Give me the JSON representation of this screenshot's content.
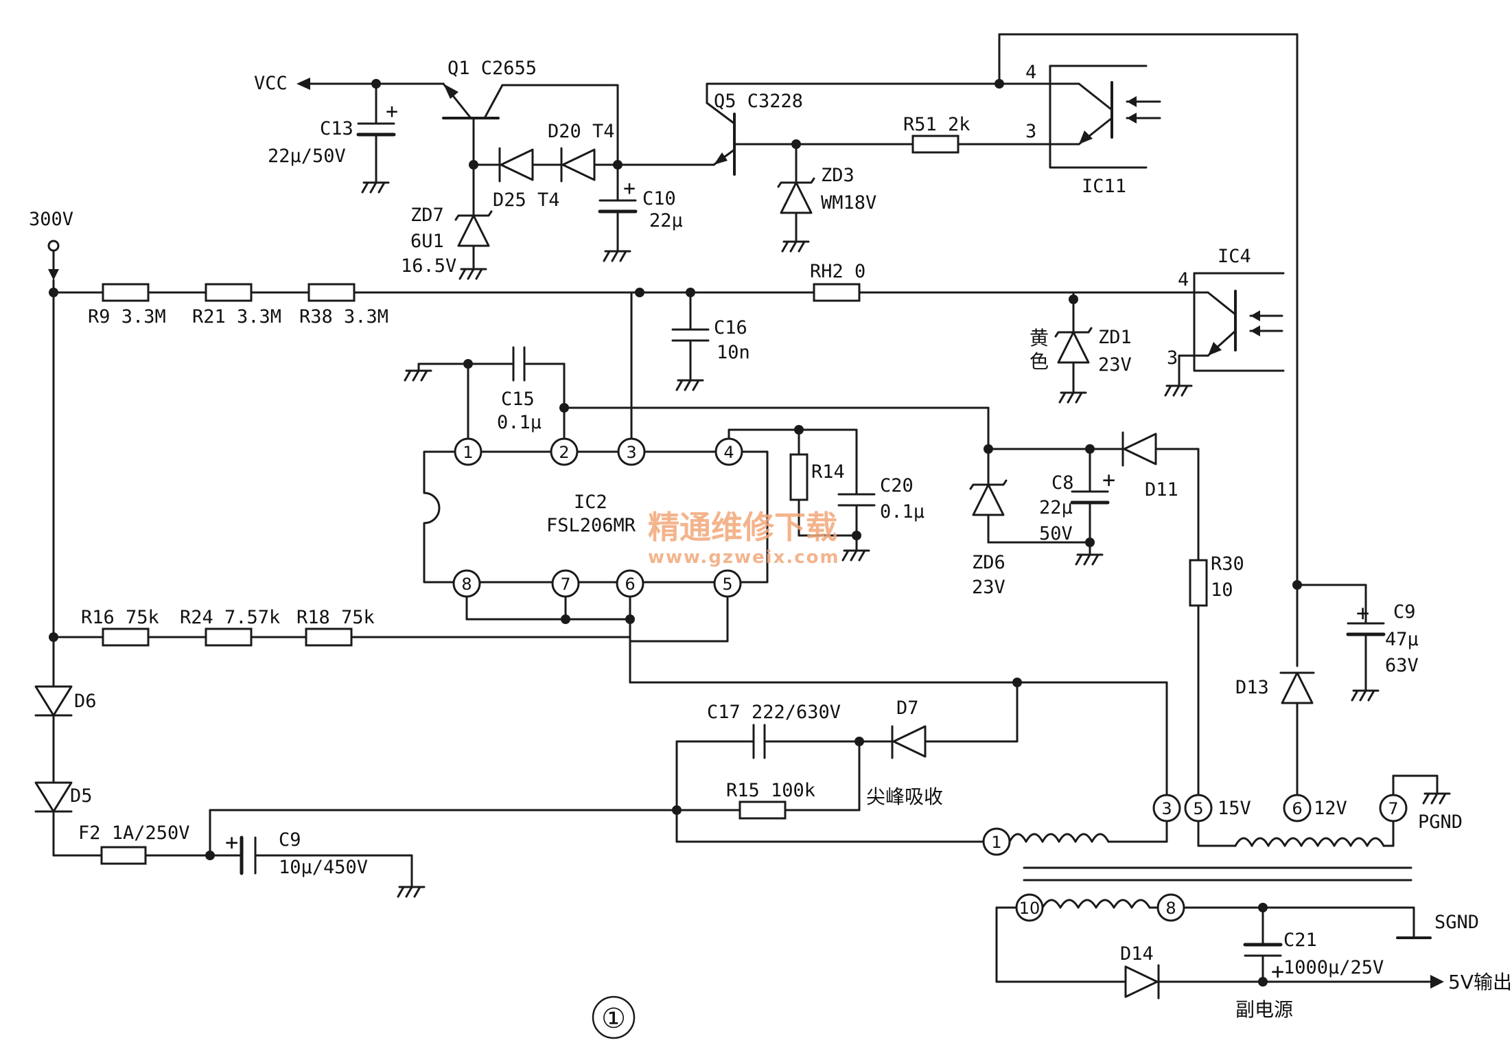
{
  "labels": {
    "vcc": "VCC",
    "q1": "Q1  C2655",
    "c13": "C13",
    "c13v": "22μ/50V",
    "d20": "D20  T4",
    "d25": "D25  T4",
    "zd7": "ZD7",
    "zd7a": "6U1",
    "zd7b": "16.5V",
    "c10": "C10",
    "c10v": "22μ",
    "q5": "Q5  C3228",
    "zd3": "ZD3",
    "zd3v": "WM18V",
    "r51": "R51  2k",
    "ic11": "IC11",
    "ic11p4": "4",
    "ic11p3": "3",
    "v300": "300V",
    "r9": "R9  3.3M",
    "r21": "R21  3.3M",
    "r38": "R38  3.3M",
    "c16": "C16",
    "c16v": "10n",
    "rh2": "RH2  0",
    "ic4": "IC4",
    "ic4p4": "4",
    "ic4p3": "3",
    "zd1": "ZD1",
    "zd1v": "23V",
    "yellow1": "黄",
    "yellow2": "色",
    "c15": "C15",
    "c15v": "0.1μ",
    "ic2": "IC2",
    "ic2type": "FSL206MR",
    "r14": "R14",
    "c20": "C20",
    "c20v": "0.1μ",
    "c8": "C8",
    "c8a": "22μ",
    "c8b": "50V",
    "d11": "D11",
    "zd6": "ZD6",
    "zd6v": "23V",
    "r30": "R30",
    "r30v": "10",
    "c9top": "C9",
    "c9topa": "47μ",
    "c9topb": "63V",
    "d13": "D13",
    "r16": "R16  75k",
    "r24": "R24  7.57k",
    "r18": "R18  75k",
    "d6": "D6",
    "d5": "D5",
    "c17": "C17  222/630V",
    "d7": "D7",
    "r15": "R15  100k",
    "spike": "尖峰吸收",
    "v15": "15V",
    "v12": "12V",
    "pgnd": "PGND",
    "f2": "F2  1A/250V",
    "c9b": "C9",
    "c9bv": "10μ/450V",
    "sgnd": "SGND",
    "c21": "C21",
    "c21v": "1000μ/25V",
    "d14": "D14",
    "out5v": "5V输出",
    "aux": "副电源",
    "figure": "①",
    "watermark": "精通维修下载",
    "watermark_url": "www.gzweix.com"
  },
  "ic2_pins": [
    "1",
    "2",
    "3",
    "4",
    "8",
    "7",
    "6",
    "5"
  ],
  "transformer_pins": [
    "1",
    "3",
    "5",
    "6",
    "7",
    "10",
    "8"
  ]
}
